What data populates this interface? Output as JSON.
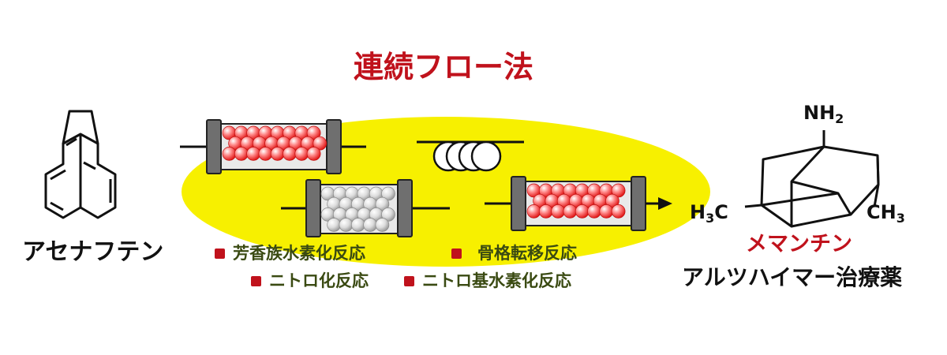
{
  "title": "連続フロー法",
  "start_material": "アセナフテン",
  "product": {
    "name": "メマンチン",
    "description": "アルツハイマー治療薬",
    "amine_label": {
      "base": "NH",
      "sub": "2"
    },
    "methyl_left": {
      "pre": "H",
      "sub": "3",
      "post": "C"
    },
    "methyl_right": {
      "pre": "CH",
      "sub": "3"
    }
  },
  "steps": [
    "芳香族水素化反応",
    "骨格転移反応",
    "ニトロ化反応",
    "ニトロ基水素化反応"
  ],
  "colors": {
    "title": "#c0121c",
    "product_name": "#c0121c",
    "step_text": "#3a4a12",
    "bullet": "#c0121c",
    "flow_region": "#f7f000",
    "column_cap": "#6f6f6f",
    "catalyst_red": "#ff4a4a",
    "catalyst_gray": "#cfcfcf"
  },
  "icons": {
    "column": "packed-bed-column-icon",
    "coil": "coil-reactor-icon",
    "arrow": "flow-arrow-icon"
  }
}
